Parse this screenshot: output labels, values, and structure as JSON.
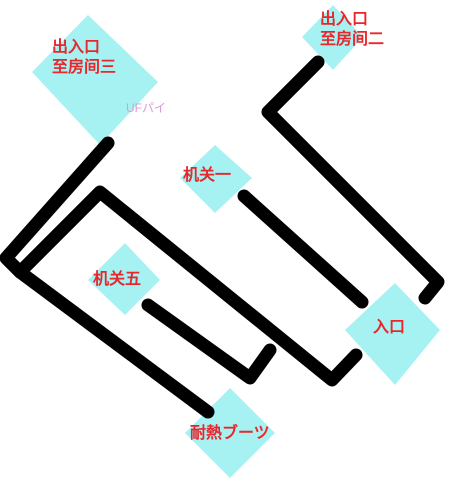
{
  "map": {
    "nodes": [
      {
        "id": "exit-room3",
        "lines": [
          "出入口",
          "至房间三"
        ],
        "kind": "exit"
      },
      {
        "id": "exit-room2",
        "lines": [
          "出入口",
          "至房间二"
        ],
        "kind": "exit"
      },
      {
        "id": "switch1",
        "lines": [
          "机关一"
        ],
        "kind": "switch"
      },
      {
        "id": "switch5",
        "lines": [
          "机关五"
        ],
        "kind": "switch"
      },
      {
        "id": "entrance",
        "lines": [
          "入口"
        ],
        "kind": "entrance"
      },
      {
        "id": "boots",
        "lines": [
          "耐熱ブーツ"
        ],
        "kind": "item"
      }
    ],
    "ufo_label": "UFパイ"
  },
  "colors": {
    "node_fill": "#a6f2f2",
    "path": "#000000",
    "label": "#e8262b",
    "ufo_label": "#d99ad6",
    "background": "#ffffff"
  }
}
